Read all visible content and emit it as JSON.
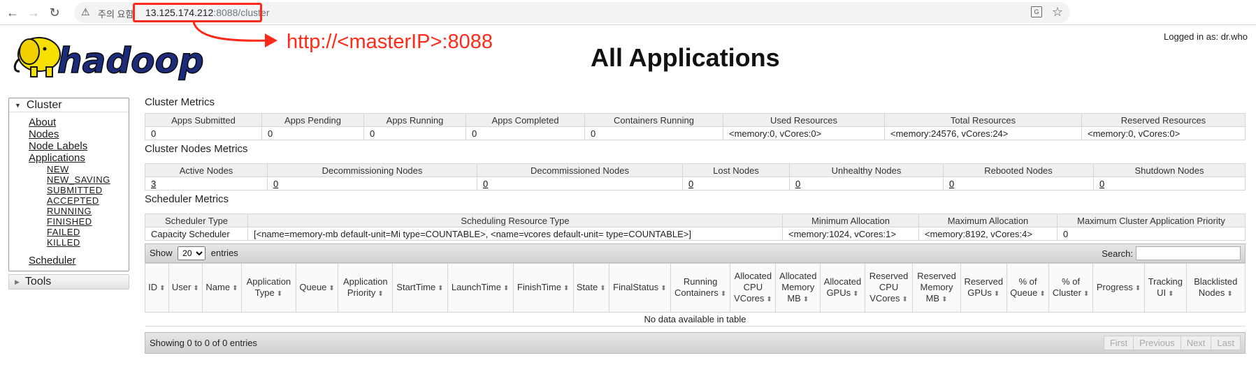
{
  "browser": {
    "back_icon": "←",
    "forward_icon": "→",
    "reload_icon": "↻",
    "warning_icon": "⚠",
    "warning_text": "주의 요함",
    "url_host": "13.125.174.212",
    "url_rest": ":8088/cluster",
    "star_icon": "☆",
    "translate_icon": "G"
  },
  "annotation": {
    "text": "http://<masterIP>:8088",
    "color": "#ff2a1a"
  },
  "header": {
    "logo_text": "hadoop",
    "title": "All Applications",
    "logged_in": "Logged in as: dr.who"
  },
  "sidebar": {
    "cluster_label": "Cluster",
    "links": [
      "About",
      "Nodes",
      "Node Labels",
      "Applications"
    ],
    "app_states": [
      "NEW",
      "NEW_SAVING",
      "SUBMITTED",
      "ACCEPTED",
      "RUNNING",
      "FINISHED",
      "FAILED",
      "KILLED"
    ],
    "scheduler": "Scheduler",
    "tools_label": "Tools"
  },
  "cluster_metrics": {
    "title": "Cluster Metrics",
    "headers": [
      "Apps Submitted",
      "Apps Pending",
      "Apps Running",
      "Apps Completed",
      "Containers Running",
      "Used Resources",
      "Total Resources",
      "Reserved Resources"
    ],
    "values": [
      "0",
      "0",
      "0",
      "0",
      "0",
      "<memory:0, vCores:0>",
      "<memory:24576, vCores:24>",
      "<memory:0, vCores:0>"
    ]
  },
  "nodes_metrics": {
    "title": "Cluster Nodes Metrics",
    "headers": [
      "Active Nodes",
      "Decommissioning Nodes",
      "Decommissioned Nodes",
      "Lost Nodes",
      "Unhealthy Nodes",
      "Rebooted Nodes",
      "Shutdown Nodes"
    ],
    "values": [
      "3",
      "0",
      "0",
      "0",
      "0",
      "0",
      "0"
    ]
  },
  "scheduler_metrics": {
    "title": "Scheduler Metrics",
    "headers": [
      "Scheduler Type",
      "Scheduling Resource Type",
      "Minimum Allocation",
      "Maximum Allocation",
      "Maximum Cluster Application Priority"
    ],
    "values": [
      "Capacity Scheduler",
      "[<name=memory-mb default-unit=Mi type=COUNTABLE>, <name=vcores default-unit= type=COUNTABLE>]",
      "<memory:1024, vCores:1>",
      "<memory:8192, vCores:4>",
      "0"
    ]
  },
  "apps_table": {
    "show_label": "Show",
    "entries_label": "entries",
    "page_size": "20",
    "search_label": "Search:",
    "sort_icon": "⬍",
    "columns": [
      "ID",
      "User",
      "Name",
      "Application Type",
      "Queue",
      "Application Priority",
      "StartTime",
      "LaunchTime",
      "FinishTime",
      "State",
      "FinalStatus",
      "Running Containers",
      "Allocated CPU VCores",
      "Allocated Memory MB",
      "Allocated GPUs",
      "Reserved CPU VCores",
      "Reserved Memory MB",
      "Reserved GPUs",
      "% of Queue",
      "% of Cluster",
      "Progress",
      "Tracking UI",
      "Blacklisted Nodes"
    ],
    "empty_message": "No data available in table",
    "info": "Showing 0 to 0 of 0 entries",
    "pager": [
      "First",
      "Previous",
      "Next",
      "Last"
    ]
  }
}
